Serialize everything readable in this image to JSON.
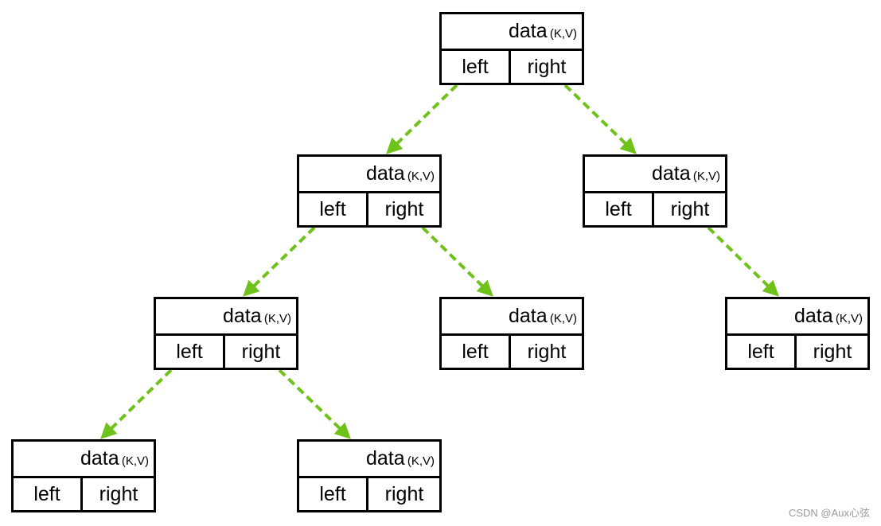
{
  "colors": {
    "edge": "#6ec21a",
    "border": "#000000",
    "background": "#ffffff"
  },
  "node_fields": {
    "data": "data",
    "kv": "(K,V)",
    "left": "left",
    "right": "right"
  },
  "tree": {
    "nodes": [
      {
        "id": "n1"
      },
      {
        "id": "n2"
      },
      {
        "id": "n3"
      },
      {
        "id": "n4"
      },
      {
        "id": "n5"
      },
      {
        "id": "n6"
      },
      {
        "id": "n7"
      },
      {
        "id": "n8"
      }
    ],
    "edges": [
      {
        "from": "n1",
        "to": "n2",
        "side": "left"
      },
      {
        "from": "n1",
        "to": "n3",
        "side": "right"
      },
      {
        "from": "n2",
        "to": "n4",
        "side": "left"
      },
      {
        "from": "n2",
        "to": "n5",
        "side": "right"
      },
      {
        "from": "n3",
        "to": "n6",
        "side": "right"
      },
      {
        "from": "n4",
        "to": "n7",
        "side": "left"
      },
      {
        "from": "n4",
        "to": "n8",
        "side": "right"
      }
    ]
  },
  "watermark": "CSDN @Aux心弦"
}
